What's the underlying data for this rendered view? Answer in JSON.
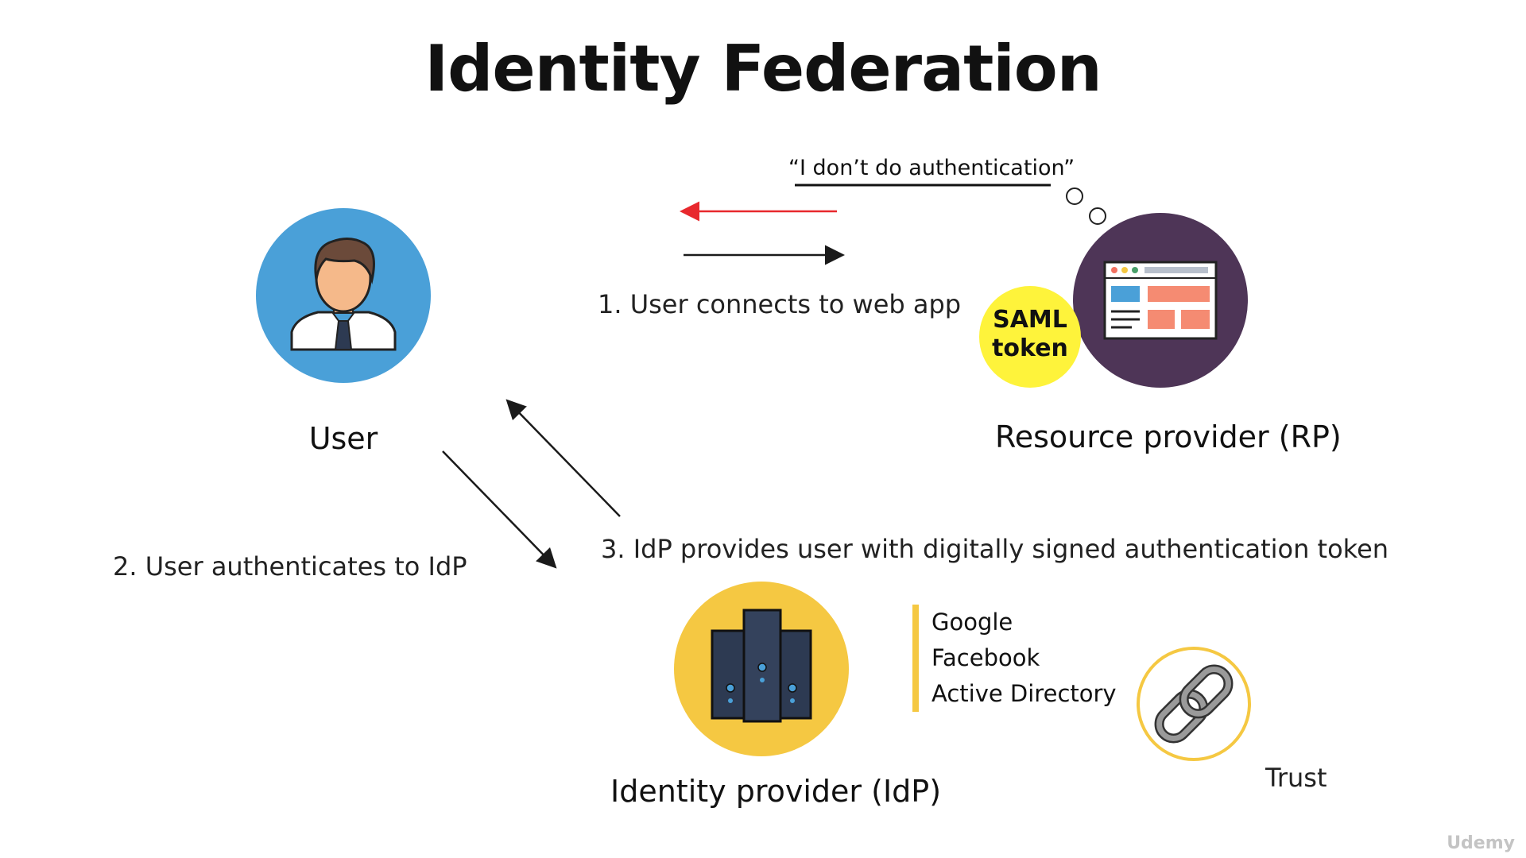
{
  "title": "Identity Federation",
  "quote": "“I don’t do authentication”",
  "user": {
    "label": "User"
  },
  "rp": {
    "label": "Resource provider (RP)"
  },
  "idp": {
    "label": "Identity provider (IdP)",
    "providers": [
      "Google",
      "Facebook",
      "Active Directory"
    ]
  },
  "token": {
    "line1": "SAML",
    "line2": "token"
  },
  "steps": {
    "step1": "1. User connects to web app",
    "step2": "2. User authenticates to IdP",
    "step3": "3. IdP provides user with digitally signed authentication token"
  },
  "trust": {
    "label": "Trust"
  },
  "watermark": "Udemy",
  "icons": {
    "user": "user-avatar-icon",
    "rp": "web-app-icon",
    "idp": "server-icon",
    "trust": "chain-link-icon"
  },
  "colors": {
    "user_circle": "#4aa0d8",
    "rp_circle": "#4e3557",
    "idp_circle": "#f5c842",
    "token_circle": "#fef33b",
    "arrow_red": "#e8282d",
    "arrow_dark": "#1a1a1a"
  }
}
